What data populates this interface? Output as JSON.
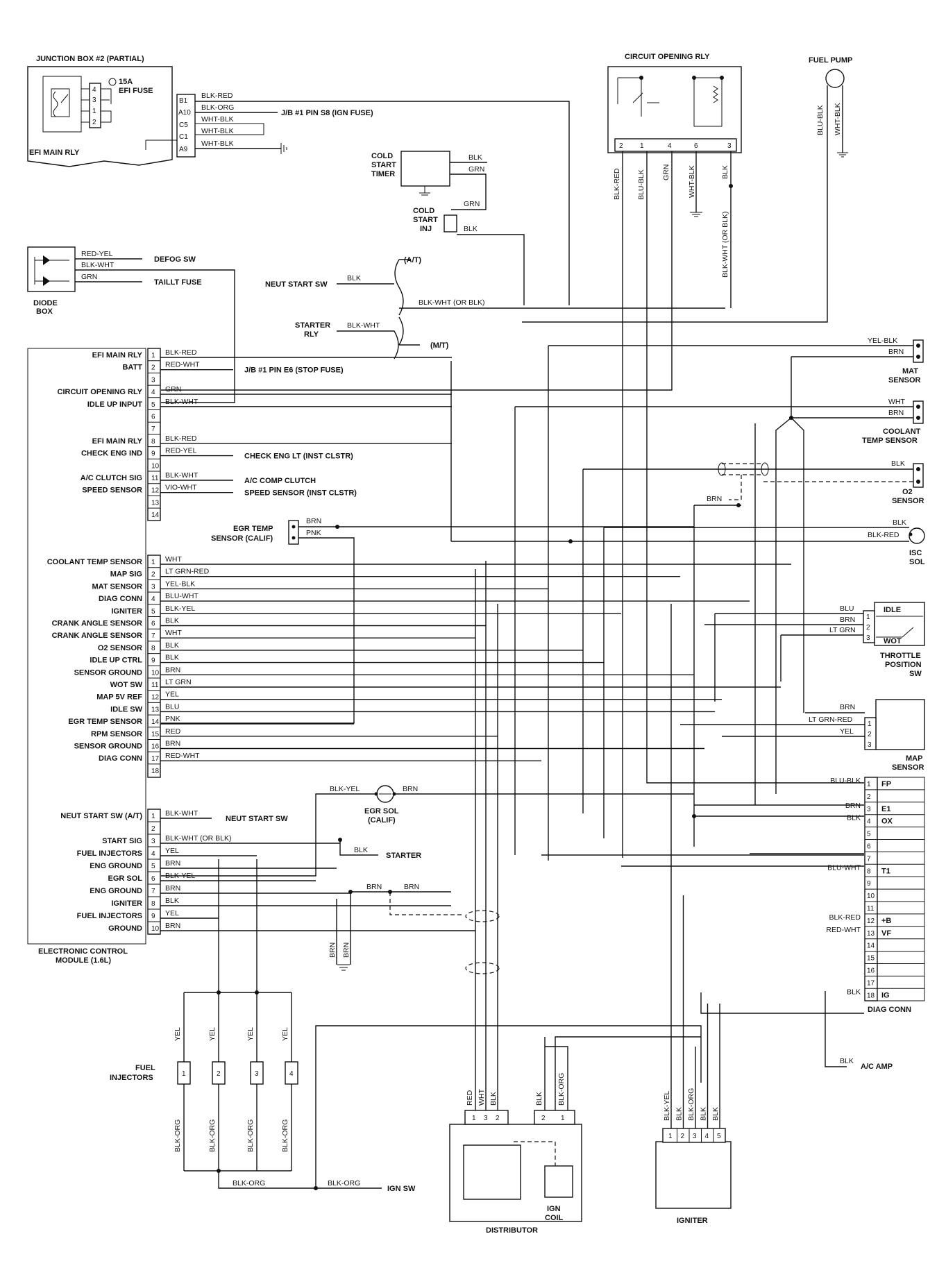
{
  "junction_box": {
    "title": "JUNCTION BOX #2 (PARTIAL)",
    "relay": "EFI MAIN RLY",
    "fuse": [
      "15A",
      "EFI FUSE"
    ],
    "pins": [
      "4",
      "3",
      "1",
      "2"
    ],
    "connectors": [
      {
        "pin": "B1",
        "wire": "BLK-RED"
      },
      {
        "pin": "A10",
        "wire": "BLK-ORG",
        "to": "J/B #1 PIN S8 (IGN FUSE)"
      },
      {
        "pin": "C5",
        "wire": "WHT-BLK"
      },
      {
        "pin": "C1",
        "wire": "WHT-BLK"
      },
      {
        "pin": "A9",
        "wire": "WHT-BLK"
      }
    ]
  },
  "diode_box": {
    "title": [
      "DIODE",
      "BOX"
    ],
    "wires": [
      {
        "wire": "RED-YEL",
        "to": "DEFOG SW"
      },
      {
        "wire": "BLK-WHT",
        "to": ""
      },
      {
        "wire": "GRN",
        "to": "TAILLT FUSE"
      }
    ]
  },
  "cold_start": {
    "timer": [
      "COLD",
      "START",
      "TIMER"
    ],
    "inj": [
      "COLD",
      "START",
      "INJ"
    ],
    "wires": [
      "BLK",
      "GRN",
      "GRN",
      "BLK"
    ]
  },
  "starter": {
    "neut": "NEUT START SW",
    "rly": [
      "STARTER",
      "RLY"
    ],
    "at": "(A/T)",
    "mt": "(M/T)",
    "w_blk": "BLK",
    "w_blkwht": "BLK-WHT",
    "w_main": "BLK-WHT (OR BLK)"
  },
  "circuit_rly": {
    "title": "CIRCUIT OPENING RLY",
    "pins": [
      "2",
      "1",
      "4",
      "6",
      "3"
    ],
    "wires": [
      "BLK-RED",
      "BLU-BLK",
      "GRN",
      "WHT-BLK",
      "BLK"
    ],
    "long": "BLK-WHT (OR BLK)"
  },
  "fuel_pump": {
    "title": "FUEL PUMP",
    "wires": [
      "BLU-BLK",
      "WHT-BLK"
    ]
  },
  "ecm_a": {
    "pins": [
      {
        "n": "1",
        "label": "EFI MAIN RLY",
        "wire": "BLK-RED"
      },
      {
        "n": "2",
        "label": "BATT",
        "wire": "RED-WHT",
        "to": "J/B #1 PIN E6 (STOP FUSE)"
      },
      {
        "n": "3",
        "label": "",
        "wire": ""
      },
      {
        "n": "4",
        "label": "CIRCUIT OPENING RLY",
        "wire": "GRN"
      },
      {
        "n": "5",
        "label": "IDLE UP INPUT",
        "wire": "BLK-WHT"
      },
      {
        "n": "6",
        "label": "",
        "wire": ""
      },
      {
        "n": "7",
        "label": "",
        "wire": ""
      },
      {
        "n": "8",
        "label": "EFI MAIN RLY",
        "wire": "BLK-RED"
      },
      {
        "n": "9",
        "label": "CHECK ENG IND",
        "wire": "RED-YEL",
        "to": "CHECK ENG LT (INST CLSTR)"
      },
      {
        "n": "10",
        "label": "",
        "wire": ""
      },
      {
        "n": "11",
        "label": "A/C CLUTCH SIG",
        "wire": "BLK-WHT",
        "to": "A/C COMP CLUTCH"
      },
      {
        "n": "12",
        "label": "SPEED SENSOR",
        "wire": "VIO-WHT",
        "to": "SPEED SENSOR (INST CLSTR)"
      },
      {
        "n": "13",
        "label": "",
        "wire": ""
      },
      {
        "n": "14",
        "label": "",
        "wire": ""
      }
    ]
  },
  "ecm_b": {
    "pins": [
      {
        "n": "1",
        "label": "COOLANT TEMP SENSOR",
        "wire": "WHT"
      },
      {
        "n": "2",
        "label": "MAP SIG",
        "wire": "LT GRN-RED"
      },
      {
        "n": "3",
        "label": "MAT SENSOR",
        "wire": "YEL-BLK"
      },
      {
        "n": "4",
        "label": "DIAG CONN",
        "wire": "BLU-WHT"
      },
      {
        "n": "5",
        "label": "IGNITER",
        "wire": "BLK-YEL"
      },
      {
        "n": "6",
        "label": "CRANK ANGLE SENSOR",
        "wire": "BLK"
      },
      {
        "n": "7",
        "label": "CRANK ANGLE SENSOR",
        "wire": "WHT"
      },
      {
        "n": "8",
        "label": "O2 SENSOR",
        "wire": "BLK"
      },
      {
        "n": "9",
        "label": "IDLE UP CTRL",
        "wire": "BLK"
      },
      {
        "n": "10",
        "label": "SENSOR GROUND",
        "wire": "BRN"
      },
      {
        "n": "11",
        "label": "WOT SW",
        "wire": "LT GRN"
      },
      {
        "n": "12",
        "label": "MAP 5V REF",
        "wire": "YEL"
      },
      {
        "n": "13",
        "label": "IDLE SW",
        "wire": "BLU"
      },
      {
        "n": "14",
        "label": "EGR TEMP SENSOR",
        "wire": "PNK"
      },
      {
        "n": "15",
        "label": "RPM SENSOR",
        "wire": "RED"
      },
      {
        "n": "16",
        "label": "SENSOR GROUND",
        "wire": "BRN"
      },
      {
        "n": "17",
        "label": "DIAG CONN",
        "wire": "RED-WHT"
      },
      {
        "n": "18",
        "label": "",
        "wire": ""
      }
    ]
  },
  "ecm_c": {
    "pins": [
      {
        "n": "1",
        "label": "NEUT START SW (A/T)",
        "wire": "BLK-WHT",
        "to": "NEUT START SW"
      },
      {
        "n": "2",
        "label": "",
        "wire": ""
      },
      {
        "n": "3",
        "label": "START SIG",
        "wire": "BLK-WHT (OR BLK)"
      },
      {
        "n": "4",
        "label": "FUEL INJECTORS",
        "wire": "YEL"
      },
      {
        "n": "5",
        "label": "ENG GROUND",
        "wire": "BRN"
      },
      {
        "n": "6",
        "label": "EGR SOL",
        "wire": "BLK-YEL"
      },
      {
        "n": "7",
        "label": "ENG GROUND",
        "wire": "BRN"
      },
      {
        "n": "8",
        "label": "IGNITER",
        "wire": "BLK"
      },
      {
        "n": "9",
        "label": "FUEL INJECTORS",
        "wire": "YEL"
      },
      {
        "n": "10",
        "label": "GROUND",
        "wire": "BRN"
      }
    ],
    "title": [
      "ELECTRONIC CONTROL",
      "MODULE (1.6L)"
    ]
  },
  "egr_temp": {
    "title": [
      "EGR TEMP",
      "SENSOR (CALIF)"
    ],
    "wires": [
      "BRN",
      "PNK"
    ]
  },
  "egr_sol": {
    "title": [
      "EGR SOL",
      "(CALIF)"
    ],
    "wires": [
      "BLK-YEL",
      "BRN"
    ]
  },
  "starter_tap": {
    "wire": "BLK",
    "to": "STARTER"
  },
  "ground_taps": [
    "BRN",
    "BRN",
    "BRN",
    "BRN"
  ],
  "sensors": {
    "mat": {
      "title": [
        "MAT",
        "SENSOR"
      ],
      "wires": [
        "YEL-BLK",
        "BRN"
      ]
    },
    "coolant": {
      "title": [
        "COOLANT",
        "TEMP SENSOR"
      ],
      "wires": [
        "WHT",
        "BRN"
      ]
    },
    "o2": {
      "title": [
        "O2",
        "SENSOR"
      ],
      "wires": [
        "BLK"
      ],
      "brn": "BRN"
    },
    "isc": {
      "title": [
        "ISC",
        "SOL"
      ],
      "wires": [
        "BLK",
        "BLK-RED"
      ]
    },
    "tps": {
      "title": [
        "THROTTLE",
        "POSITION",
        "SW"
      ],
      "wires": [
        "BLU",
        "BRN",
        "LT GRN"
      ],
      "pins": [
        "1",
        "2",
        "3"
      ],
      "idle": "IDLE",
      "wot": "WOT"
    },
    "map": {
      "title": [
        "MAP",
        "SENSOR"
      ],
      "wires": [
        "BRN",
        "LT GRN-RED",
        "YEL"
      ],
      "pins": [
        "1",
        "2",
        "3"
      ]
    }
  },
  "diag_conn": {
    "title": "DIAG CONN",
    "pins": [
      {
        "n": "1",
        "label": "FP",
        "wire": "BLU-BLK"
      },
      {
        "n": "2",
        "label": "",
        "wire": ""
      },
      {
        "n": "3",
        "label": "E1",
        "wire": "BRN"
      },
      {
        "n": "4",
        "label": "OX",
        "wire": "BLK"
      },
      {
        "n": "5",
        "label": "",
        "wire": ""
      },
      {
        "n": "6",
        "label": "",
        "wire": ""
      },
      {
        "n": "7",
        "label": "",
        "wire": ""
      },
      {
        "n": "8",
        "label": "T1",
        "wire": "BLU-WHT"
      },
      {
        "n": "9",
        "label": "",
        "wire": ""
      },
      {
        "n": "10",
        "label": "",
        "wire": ""
      },
      {
        "n": "11",
        "label": "",
        "wire": ""
      },
      {
        "n": "12",
        "label": "+B",
        "wire": "BLK-RED"
      },
      {
        "n": "13",
        "label": "VF",
        "wire": "RED-WHT"
      },
      {
        "n": "14",
        "label": "",
        "wire": ""
      },
      {
        "n": "15",
        "label": "",
        "wire": ""
      },
      {
        "n": "16",
        "label": "",
        "wire": ""
      },
      {
        "n": "17",
        "label": "",
        "wire": ""
      },
      {
        "n": "18",
        "label": "IG",
        "wire": "BLK"
      }
    ],
    "ac_amp": {
      "wire": "BLK",
      "to": "A/C AMP"
    }
  },
  "injectors": {
    "title": [
      "FUEL",
      "INJECTORS"
    ],
    "items": [
      "1",
      "2",
      "3",
      "4"
    ],
    "top_wire": "YEL",
    "bottom_wire": "BLK-ORG",
    "bus_wire": "BLK-ORG",
    "ign_wire": "BLK-ORG",
    "ign_to": "IGN SW"
  },
  "distributor": {
    "title": "DISTRIBUTOR",
    "coil": [
      "IGN",
      "COIL"
    ],
    "pins": [
      "1",
      "3",
      "2"
    ],
    "wires": [
      "RED",
      "WHT",
      "BLK"
    ],
    "coil_pins": [
      "2",
      "1"
    ],
    "coil_wires": [
      "BLK",
      "BLK-ORG"
    ]
  },
  "igniter": {
    "title": "IGNITER",
    "pins": [
      "1",
      "2",
      "3",
      "4",
      "5"
    ],
    "wires": [
      "BLK-YEL",
      "BLK",
      "BLK-ORG",
      "BLK",
      "BLK"
    ]
  }
}
